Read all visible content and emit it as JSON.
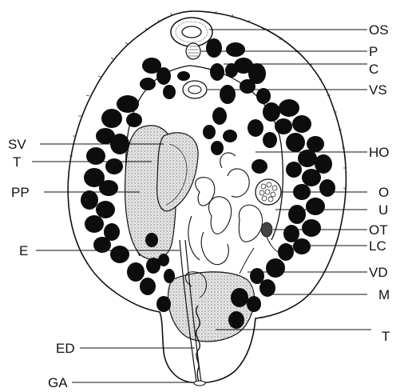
{
  "labels": {
    "os": "OS",
    "p": "P",
    "c": "C",
    "vs": "VS",
    "sv": "SV",
    "t_left": "T",
    "ho": "HO",
    "pp": "PP",
    "o": "O",
    "u": "U",
    "ot": "OT",
    "e": "E",
    "lc": "LC",
    "vd": "VD",
    "m": "M",
    "t_right": "T",
    "ed": "ED",
    "ga": "GA"
  }
}
